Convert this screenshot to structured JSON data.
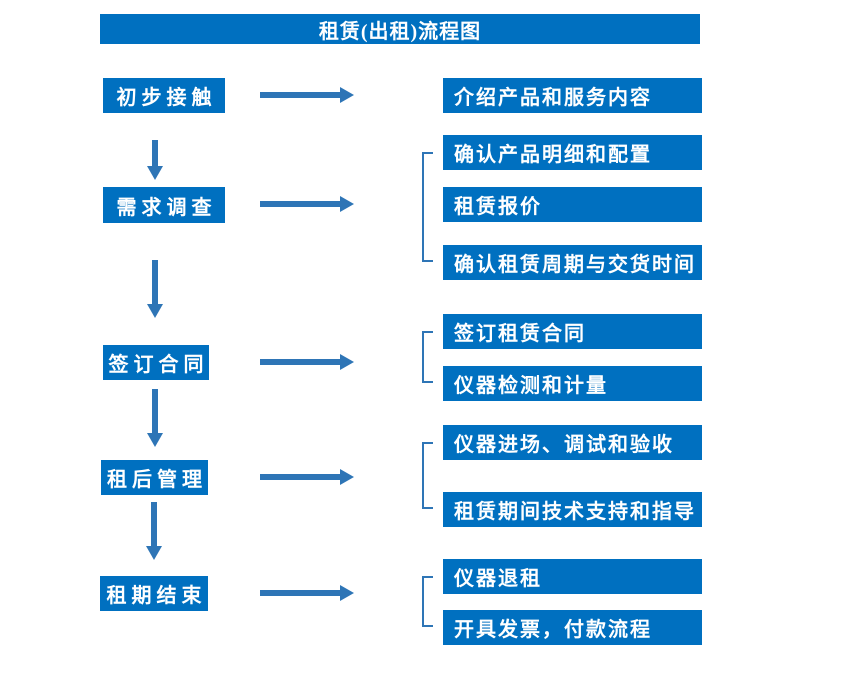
{
  "title": "租赁(出租)流程图",
  "flow": {
    "steps": [
      {
        "label": "初步接触",
        "details": [
          "介绍产品和服务内容"
        ]
      },
      {
        "label": "需求调查",
        "details": [
          "确认产品明细和配置",
          "租赁报价",
          "确认租赁周期与交货时间"
        ]
      },
      {
        "label": "签订合同",
        "details": [
          "签订租赁合同",
          "仪器检测和计量"
        ]
      },
      {
        "label": "租后管理",
        "details": [
          "仪器进场、调试和验收",
          "租赁期间技术支持和指导"
        ]
      },
      {
        "label": "租期结束",
        "details": [
          "仪器退租",
          "开具发票，付款流程"
        ]
      }
    ]
  },
  "colors": {
    "box_fill": "#0070C0",
    "arrow": "#2E75B6",
    "bracket": "#2E75B6",
    "text": "#FFFFFF",
    "background": "#FFFFFF"
  }
}
